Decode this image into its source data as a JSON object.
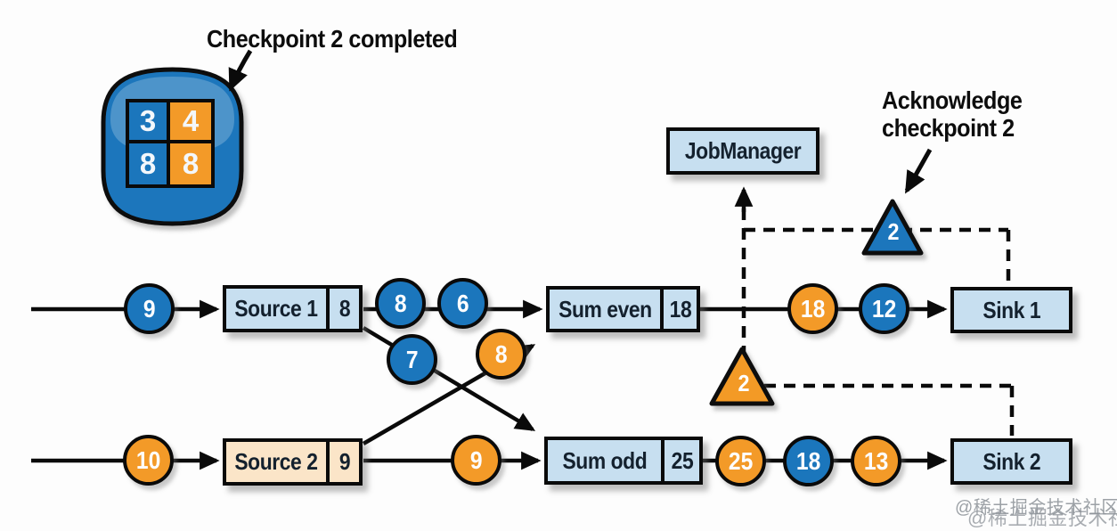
{
  "palette": {
    "blue": "#1b76bc",
    "orange": "#f39a28",
    "light_blue_box": "#c7dff0",
    "cream_box": "#fbe5c8",
    "line_black": "#0a0a0a",
    "box_text": "#14212e",
    "record_text": "#fdfdff",
    "watermark_gray": "#8c9298"
  },
  "annotations": {
    "checkpoint_label": "Checkpoint 2 completed",
    "acknowledge_line1": "Acknowledge",
    "acknowledge_line2": "checkpoint 2"
  },
  "checkpoint_store": {
    "cells": [
      {
        "value": "3",
        "color": "blue"
      },
      {
        "value": "4",
        "color": "orange"
      },
      {
        "value": "8",
        "color": "blue"
      },
      {
        "value": "8",
        "color": "orange"
      }
    ]
  },
  "job_manager": {
    "label": "JobManager"
  },
  "ack_triangle": {
    "value": "2"
  },
  "barrier_triangle": {
    "value": "2"
  },
  "top_stream": {
    "in_record": "9",
    "source_label": "Source 1",
    "source_state": "8",
    "mid_records": [
      "8",
      "6"
    ],
    "agg_label": "Sum even",
    "agg_state": "18",
    "out_records": [
      "18",
      "12"
    ],
    "sink_label": "Sink 1"
  },
  "bottom_stream": {
    "in_record": "10",
    "source_label": "Source 2",
    "source_state": "9",
    "mid_record": "9",
    "agg_label": "Sum odd",
    "agg_state": "25",
    "out_records": [
      "25",
      "18",
      "13"
    ],
    "sink_label": "Sink 2"
  },
  "cross_records": {
    "from_source1": "7",
    "from_source2": "8"
  },
  "watermark": {
    "line1": "@稀土掘金技术社区",
    "line2": "@稀土掘金技术社区"
  }
}
